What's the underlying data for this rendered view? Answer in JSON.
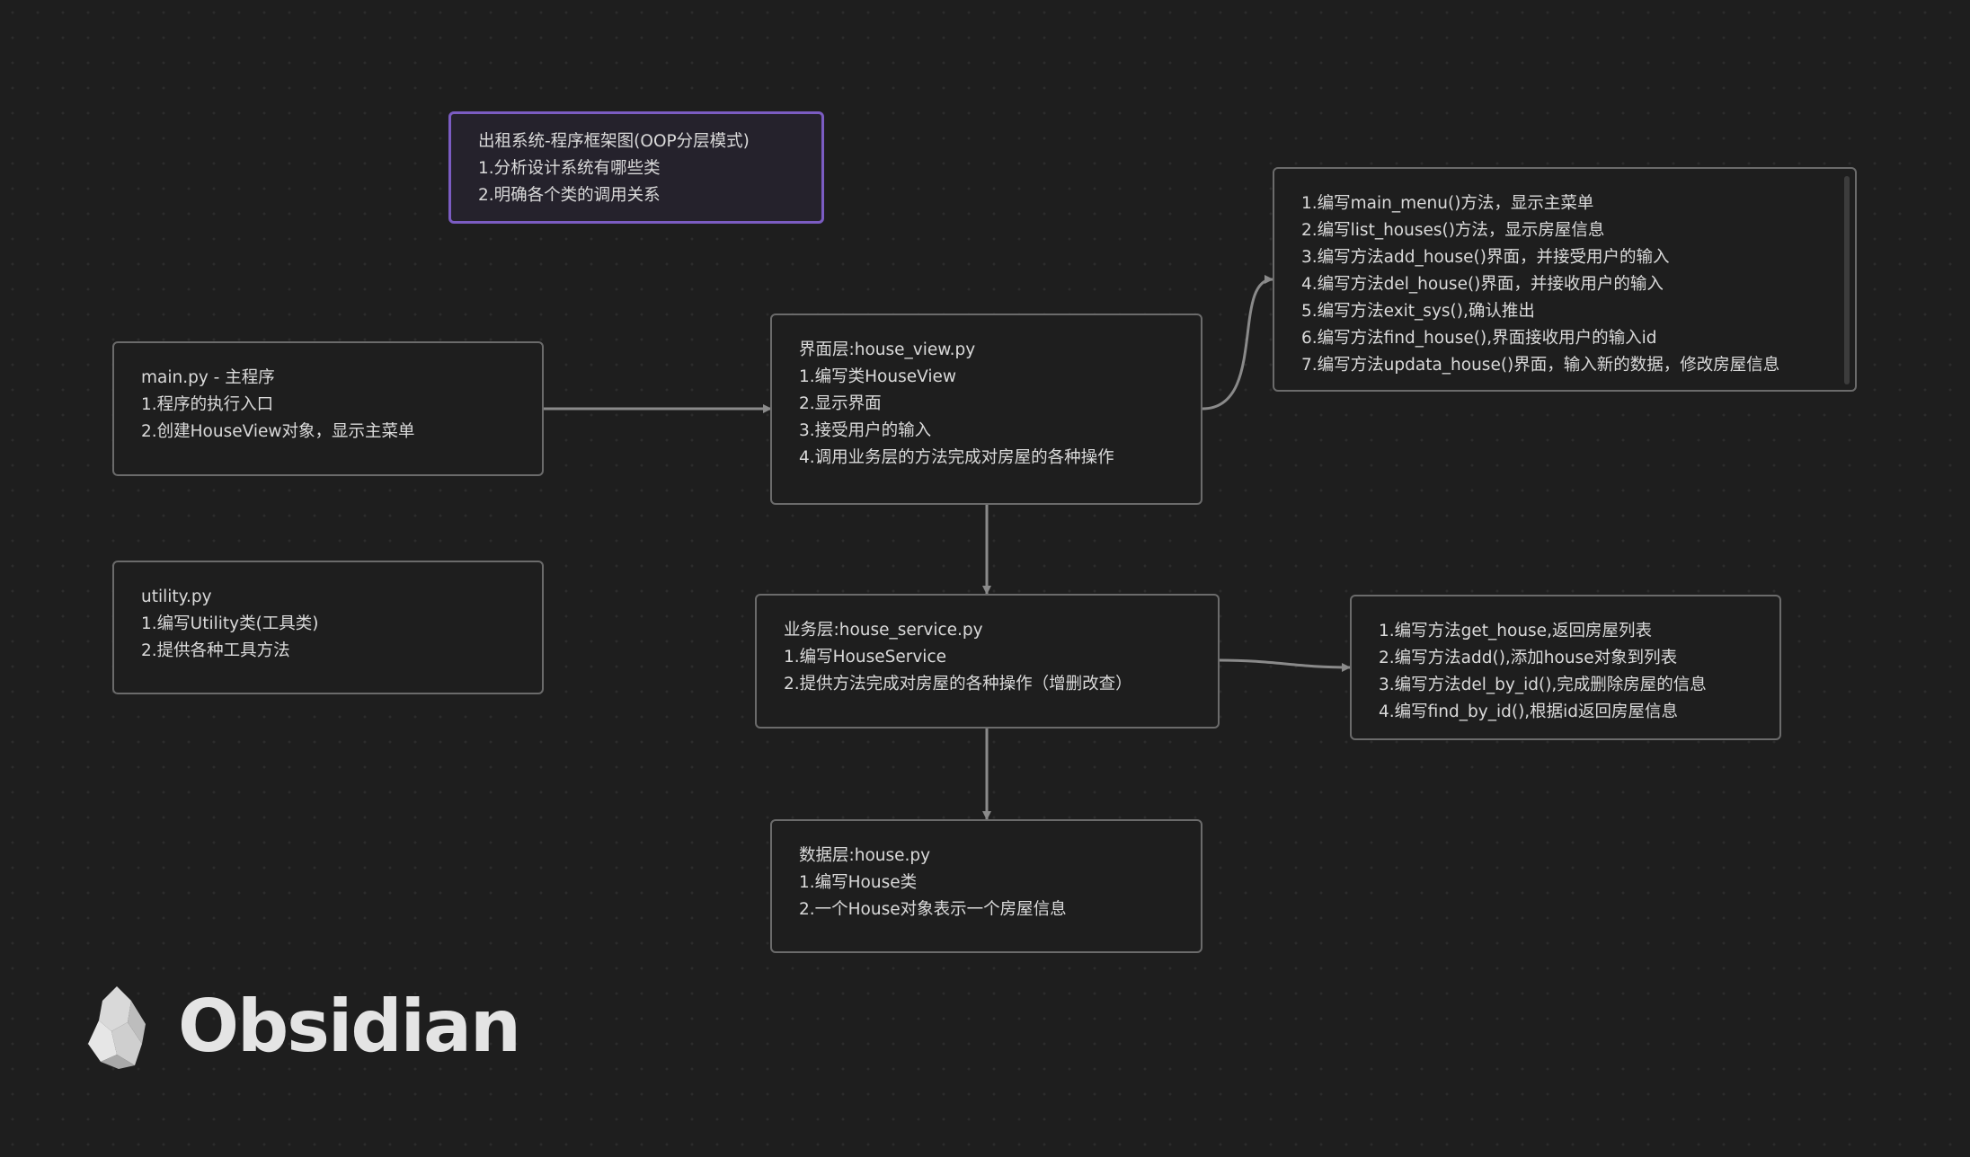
{
  "app": {
    "name": "Obsidian",
    "view": "canvas"
  },
  "colors": {
    "background": "#1e1e1e",
    "card_border": "#6b6b6b",
    "accent_purple": "#7b5cc2",
    "edge": "#8a8a8a",
    "text": "#dadada"
  },
  "cards": {
    "title": {
      "lines": [
        "出租系统-程序框架图(OOP分层模式)",
        "1.分析设计系统有哪些类",
        "2.明确各个类的调用关系"
      ]
    },
    "main": {
      "lines": [
        "main.py - 主程序",
        "1.程序的执行入口",
        "2.创建HouseView对象，显示主菜单"
      ]
    },
    "utility": {
      "lines": [
        "utility.py",
        "1.编写Utility类(工具类)",
        "2.提供各种工具方法"
      ]
    },
    "view": {
      "lines": [
        "界面层:house_view.py",
        "1.编写类HouseView",
        "2.显示界面",
        "3.接受用户的输入",
        "4.调用业务层的方法完成对房屋的各种操作"
      ]
    },
    "view_methods": {
      "lines": [
        "1.编写main_menu()方法，显示主菜单",
        "2.编写list_houses()方法，显示房屋信息",
        "3.编写方法add_house()界面，并接受用户的输入",
        "4.编写方法del_house()界面，并接收用户的输入",
        "5.编写方法exit_sys(),确认推出",
        "6.编写方法find_house(),界面接收用户的输入id",
        "7.编写方法updata_house()界面，输入新的数据，修改房屋信息"
      ]
    },
    "service": {
      "lines": [
        "业务层:house_service.py",
        "1.编写HouseService",
        "2.提供方法完成对房屋的各种操作（增删改查）"
      ]
    },
    "service_methods": {
      "lines": [
        "1.编写方法get_house,返回房屋列表",
        "2.编写方法add(),添加house对象到列表",
        "3.编写方法del_by_id(),完成删除房屋的信息",
        "4.编写find_by_id(),根据id返回房屋信息"
      ]
    },
    "data": {
      "lines": [
        "数据层:house.py",
        "1.编写House类",
        "2.一个House对象表示一个房屋信息"
      ]
    }
  },
  "edges": [
    {
      "from": "main",
      "to": "view"
    },
    {
      "from": "view",
      "to": "view_methods"
    },
    {
      "from": "view",
      "to": "service"
    },
    {
      "from": "service",
      "to": "service_methods"
    },
    {
      "from": "service",
      "to": "data"
    }
  ],
  "logo": {
    "text": "Obsidian",
    "icon": "obsidian-crystal-icon"
  }
}
